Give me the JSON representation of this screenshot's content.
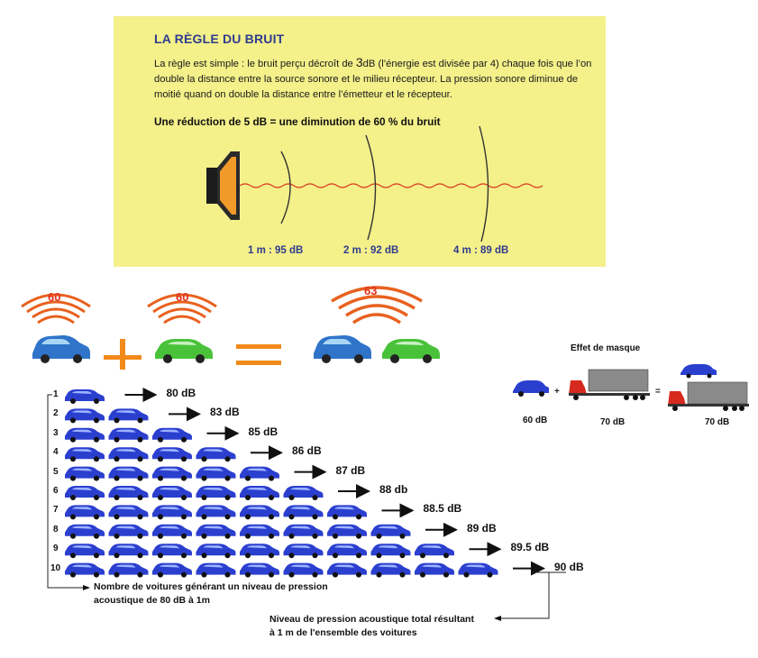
{
  "panel": {
    "title": "LA RÈGLE DU BRUIT",
    "text_before": "La règle est simple : le bruit perçu décroît de ",
    "text_big": "3",
    "text_after": "dB (l’énergie est divisée par 4) chaque fois que l’on double la distance entre la source sonore et le milieu récepteur. La pression sonore diminue de moitié quand on double la distance entre l’émetteur et le récepteur.",
    "bold_line": "Une réduction de 5 dB = une diminution de 60 % du bruit",
    "distances": [
      "1 m : 95 dB",
      "2 m : 92 dB",
      "4 m : 89 dB"
    ]
  },
  "addition": {
    "values": [
      "60",
      "60",
      "63"
    ]
  },
  "masking": {
    "title": "Effet de masque",
    "labels": [
      "60 dB",
      "70 dB",
      "70 dB"
    ]
  },
  "rows": [
    {
      "n": "1",
      "level": "80 dB",
      "cars": 1
    },
    {
      "n": "2",
      "level": "83 dB",
      "cars": 2
    },
    {
      "n": "3",
      "level": "85 dB",
      "cars": 3
    },
    {
      "n": "4",
      "level": "86 dB",
      "cars": 4
    },
    {
      "n": "5",
      "level": "87 dB",
      "cars": 5
    },
    {
      "n": "6",
      "level": "88 db",
      "cars": 6
    },
    {
      "n": "7",
      "level": "88.5 dB",
      "cars": 7
    },
    {
      "n": "8",
      "level": "89 dB",
      "cars": 8
    },
    {
      "n": "9",
      "level": "89.5 dB",
      "cars": 9
    },
    {
      "n": "10",
      "level": "90 dB",
      "cars": 10
    }
  ],
  "notes": {
    "left": [
      "Nombre de voitures générant un niveau de pression",
      "acoustique de 80 dB à 1m"
    ],
    "right": [
      "Niveau de pression acoustique total résultant",
      "à 1 m de l'ensemble des  voitures"
    ]
  },
  "colors": {
    "panel_bg": "#f4f08a",
    "title_blue": "#2f3c8f",
    "wave_red": "#d9341c",
    "arc_orange": "#e8611f",
    "car_blue": "#2b3fcf",
    "car_green": "#49c23a",
    "plus_orange": "#f28a1a"
  }
}
